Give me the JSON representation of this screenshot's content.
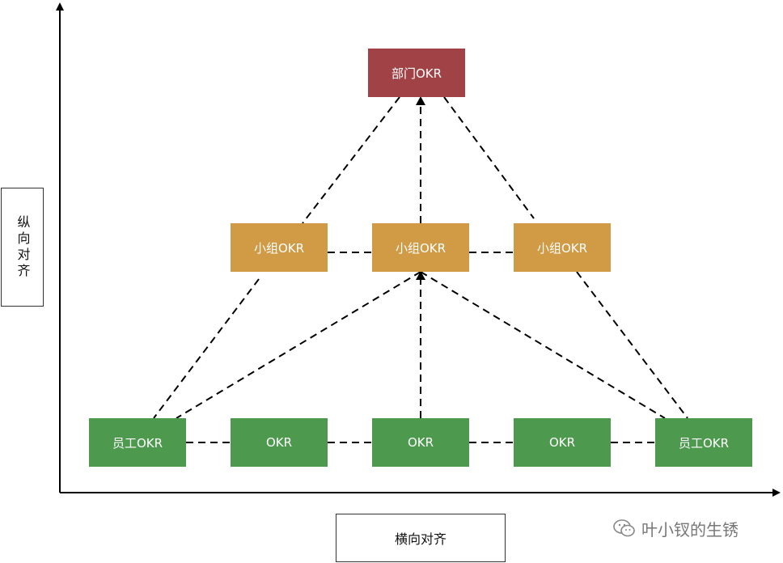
{
  "nodes": {
    "dept": "部门OKR",
    "team_left": "小组OKR",
    "team_center": "小组OKR",
    "team_right": "小组OKR",
    "emp_1": "员工OKR",
    "emp_2": "OKR",
    "emp_3": "OKR",
    "emp_4": "OKR",
    "emp_5": "员工OKR"
  },
  "axes": {
    "vertical_label": "纵向对齐",
    "horizontal_label": "横向对齐"
  },
  "watermark": {
    "icon": "wechat-icon",
    "text": "叶小钗的生锈"
  },
  "colors": {
    "dept": "#a14346",
    "team": "#d19a44",
    "employee": "#4d9a4f"
  }
}
